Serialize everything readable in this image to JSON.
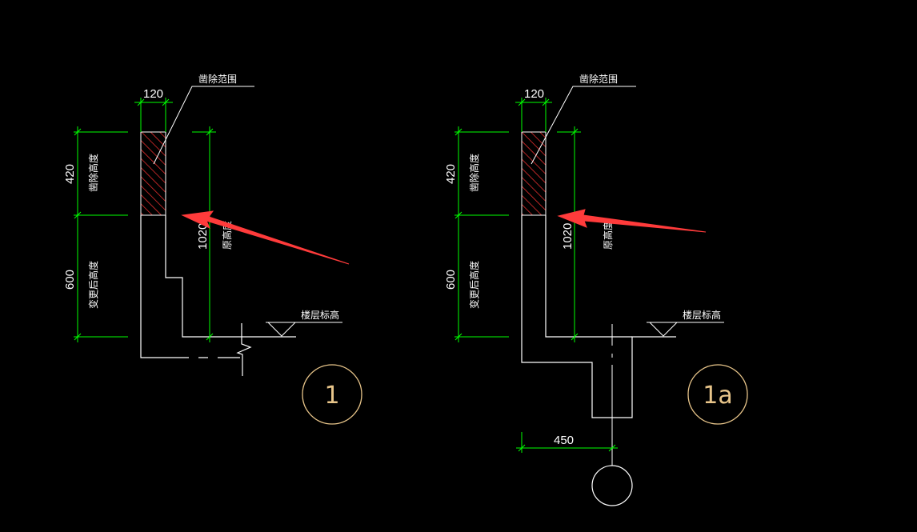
{
  "colors": {
    "background": "#000000",
    "outline": "#ffffff",
    "dimension": "#00ff00",
    "hatch": "#ff3333",
    "arrow": "#ff3b3b",
    "tag": "#e8c58a"
  },
  "detail_1": {
    "removal_label": "凿除范围",
    "width_120": "120",
    "height_420": "420",
    "label_remove_height": "凿除高度",
    "height_600": "600",
    "label_after_height": "变更后高度",
    "height_1020": "1020",
    "label_original_height": "原高度",
    "floor_label": "楼层标高",
    "tag": "1"
  },
  "detail_1a": {
    "removal_label": "凿除范围",
    "width_120": "120",
    "height_420": "420",
    "label_remove_height": "凿除高度",
    "height_600": "600",
    "label_after_height": "变更后高度",
    "height_1020": "1020",
    "label_original_height": "原高度",
    "floor_label": "楼层标高",
    "dim_450": "450",
    "tag": "1a"
  }
}
